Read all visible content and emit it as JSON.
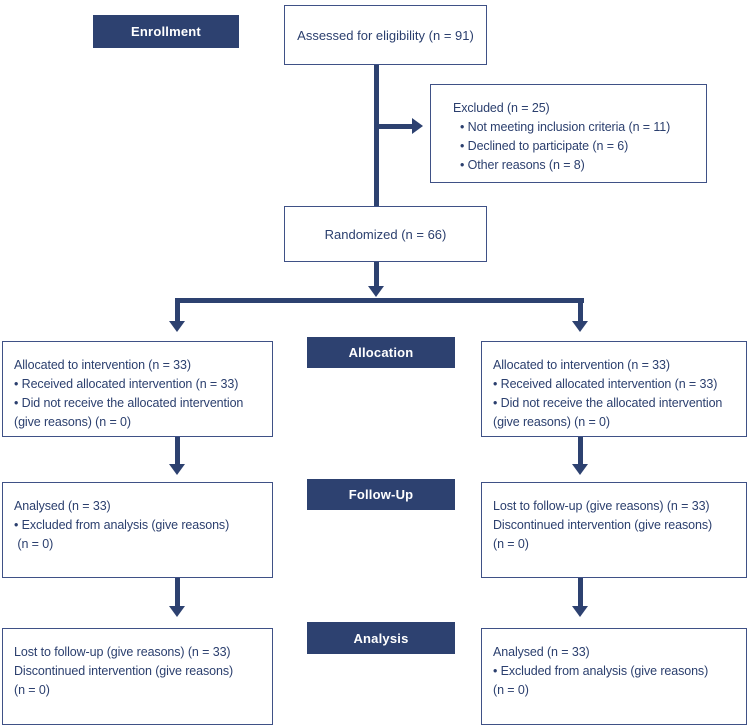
{
  "colors": {
    "navy": "#2d4170",
    "ink": "#2b3f6e",
    "border": "#3f5186",
    "label-text": "#ffffff",
    "bg": "#ffffff"
  },
  "stages": {
    "enrollment": "Enrollment",
    "allocation": "Allocation",
    "followup": "Follow-Up",
    "analysis": "Analysis"
  },
  "assessed": {
    "text": "Assessed for eligibility (n = 91)"
  },
  "excluded": {
    "lines": [
      "Excluded (n = 25)",
      "• Not meeting inclusion criteria (n = 11)",
      "• Declined to participate (n = 6)",
      "• Other reasons (n = 8)"
    ]
  },
  "randomized": {
    "text": "Randomized (n = 66)"
  },
  "allocation_left": {
    "lines": [
      "Allocated to intervention (n = 33)",
      "• Received allocated intervention (n = 33)",
      "• Did not receive the allocated intervention (give reasons) (n = 0)"
    ]
  },
  "allocation_right": {
    "lines": [
      "Allocated to intervention (n = 33)",
      "• Received allocated intervention (n = 33)",
      "• Did not receive the allocated intervention (give reasons) (n = 0)"
    ]
  },
  "followup_left": {
    "lines": [
      "Analysed (n = 33)",
      "• Excluded from analysis (give reasons)",
      " (n = 0)"
    ]
  },
  "followup_right": {
    "lines": [
      "Lost to follow-up (give reasons) (n = 33)",
      "Discontinued intervention (give reasons)",
      "(n = 0)"
    ]
  },
  "analysis_left": {
    "lines": [
      "Lost to follow-up (give reasons) (n = 33)",
      "Discontinued intervention (give reasons)",
      "(n = 0)"
    ]
  },
  "analysis_right": {
    "lines": [
      "Analysed (n = 33)",
      "• Excluded from analysis (give reasons)",
      "(n = 0)"
    ]
  }
}
